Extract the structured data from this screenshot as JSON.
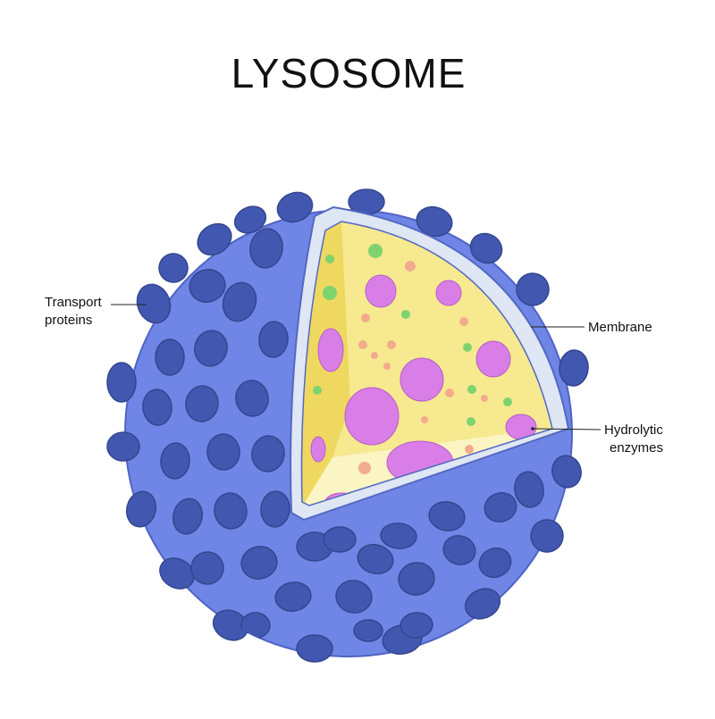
{
  "title": "LYSOSOME",
  "labels": {
    "transport_proteins": [
      "Transport",
      "proteins"
    ],
    "membrane": "Membrane",
    "hydrolytic_enzymes": [
      "Hydrolytic",
      "enzymes"
    ]
  },
  "colors": {
    "cell_body": "#6f86e6",
    "cell_outline": "#4f63c4",
    "transport_protein": "#4258b0",
    "transport_protein_stroke": "#34468f",
    "membrane": "#dfe6f4",
    "membrane_edge": "#5468c2",
    "lumen_back": "#f6e98f",
    "lumen_floor": "#fbf4c3",
    "lumen_side": "#efd85f",
    "enzyme_large": "#d97ee6",
    "enzyme_large_stroke": "#b65fc6",
    "enzyme_small_green": "#7ed36e",
    "enzyme_small_peach": "#f3ab8d"
  },
  "icons": {
    "transport_protein": "transport-protein-icon",
    "enzyme": "enzyme-icon"
  }
}
